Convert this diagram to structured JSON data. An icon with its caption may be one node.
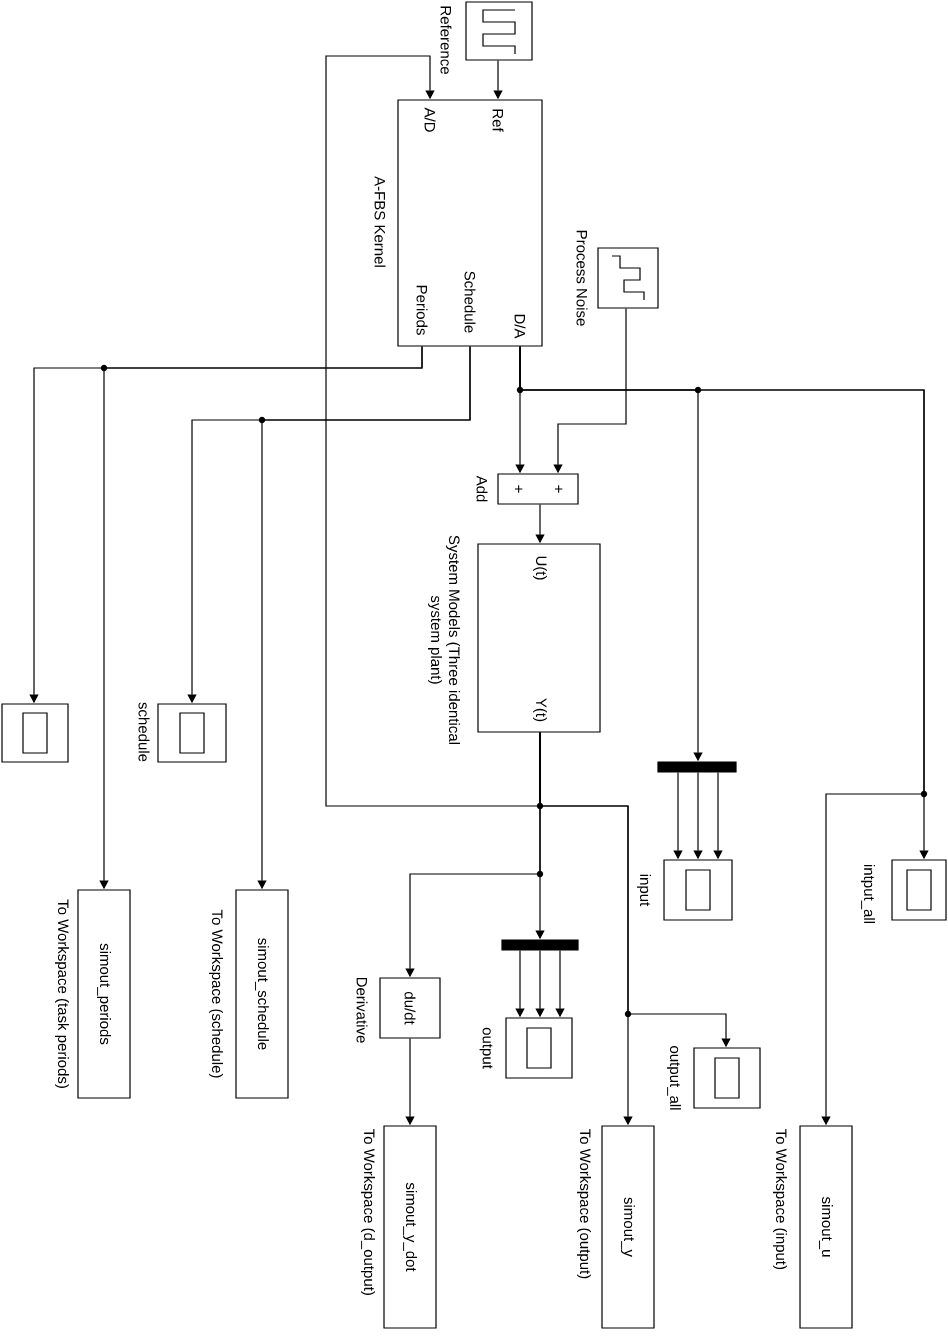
{
  "diagram": {
    "nodes": [
      {
        "text": [],
        "shape": "box",
        "beside": [
          "Reference"
        ]
      },
      {
        "text": [
          "A-FBS Kernel",
          "A/D",
          "Ref",
          "Periods",
          "Schedule",
          "D/A"
        ]
      },
      {
        "text": [],
        "shape": "box",
        "beside": [
          "Process Noise"
        ]
      },
      {
        "text": [
          "+",
          "+"
        ],
        "beside": [
          "Add"
        ]
      },
      {
        "text": [
          "System Models (Three identical system plant)",
          "U(t)",
          "Y(t)"
        ]
      },
      {
        "text": [],
        "shape": "box"
      },
      {
        "text": [],
        "shape": "box",
        "beside": [
          "schedule"
        ]
      },
      {
        "text": [
          "simout_periods"
        ],
        "beside": [
          "To Workspace (task periods)"
        ]
      },
      {
        "text": [
          "simout_schedule"
        ],
        "beside": [
          "To Workspace (schedule)"
        ]
      },
      {
        "text": [],
        "shape": "bar"
      },
      {
        "text": [],
        "shape": "box",
        "beside": [
          "input"
        ]
      },
      {
        "text": [],
        "shape": "box",
        "beside": [
          "intput_all"
        ]
      },
      {
        "text": [
          "du/dt"
        ],
        "beside": [
          "Derivative"
        ]
      },
      {
        "text": [],
        "shape": "bar"
      },
      {
        "text": [],
        "shape": "box",
        "beside": [
          "output"
        ]
      },
      {
        "text": [],
        "shape": "box",
        "beside": [
          "output_all"
        ]
      },
      {
        "text": [
          "simout_y_dot"
        ],
        "beside": [
          "To Workspace (d_output)"
        ]
      },
      {
        "text": [
          "simout_y"
        ],
        "beside": [
          "To Workspace (output)"
        ]
      },
      {
        "text": [
          "simout_u"
        ],
        "beside": [
          "To Workspace (input)"
        ]
      }
    ],
    "edges": [
      {
        "from": 0,
        "to": 1,
        "arrow": "to"
      },
      {
        "from": 4,
        "to": 1,
        "arrow": "to"
      },
      {
        "from": 2,
        "to": 3,
        "arrow": "to"
      },
      {
        "from": 1,
        "to": 3,
        "arrow": "to"
      },
      {
        "from": 3,
        "to": 4,
        "arrow": "to"
      },
      {
        "from": 1,
        "to": 5,
        "arrow": "to"
      },
      {
        "from": 1,
        "to": 7,
        "arrow": "to"
      },
      {
        "from": 1,
        "to": 6,
        "arrow": "to"
      },
      {
        "from": 1,
        "to": 8,
        "arrow": "to"
      },
      {
        "from": 1,
        "to": 9,
        "arrow": "to"
      },
      {
        "from": 1,
        "to": 11,
        "arrow": "to"
      },
      {
        "from": 1,
        "to": 18,
        "arrow": "to"
      },
      {
        "from": 9,
        "to": 10,
        "arrow": "to"
      },
      {
        "from": 4,
        "to": 13,
        "arrow": "to"
      },
      {
        "from": 4,
        "to": 12,
        "arrow": "to"
      },
      {
        "from": 13,
        "to": 14,
        "arrow": "to"
      },
      {
        "from": 12,
        "to": 16,
        "arrow": "to"
      },
      {
        "from": 4,
        "to": 15,
        "arrow": "to"
      },
      {
        "from": 4,
        "to": 17,
        "arrow": "to"
      }
    ]
  }
}
